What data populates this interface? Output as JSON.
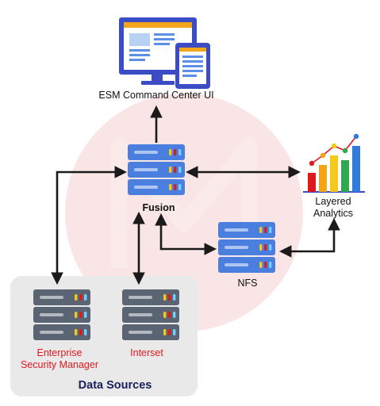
{
  "nodes": {
    "ui": {
      "label": "ESM Command Center UI",
      "icon": "monitor-tablet-icon"
    },
    "fusion": {
      "label": "Fusion",
      "icon": "server-icon"
    },
    "analytics": {
      "label_line1": "Layered",
      "label_line2": "Analytics",
      "icon": "bar-chart-icon"
    },
    "nfs": {
      "label": "NFS",
      "icon": "server-icon"
    },
    "esm": {
      "label_line1": "Enterprise",
      "label_line2": "Security Manager",
      "icon": "server-icon"
    },
    "interset": {
      "label": "Interset",
      "icon": "server-icon"
    }
  },
  "group": {
    "label": "Data Sources"
  },
  "colors": {
    "server_blue": "#4a7fe0",
    "server_gray": "#5a6472",
    "source_label_red": "#e0191f",
    "group_label_navy": "#1b1e5a",
    "group_bg": "#e9e9ea",
    "watermark": "#f7dcdc"
  }
}
